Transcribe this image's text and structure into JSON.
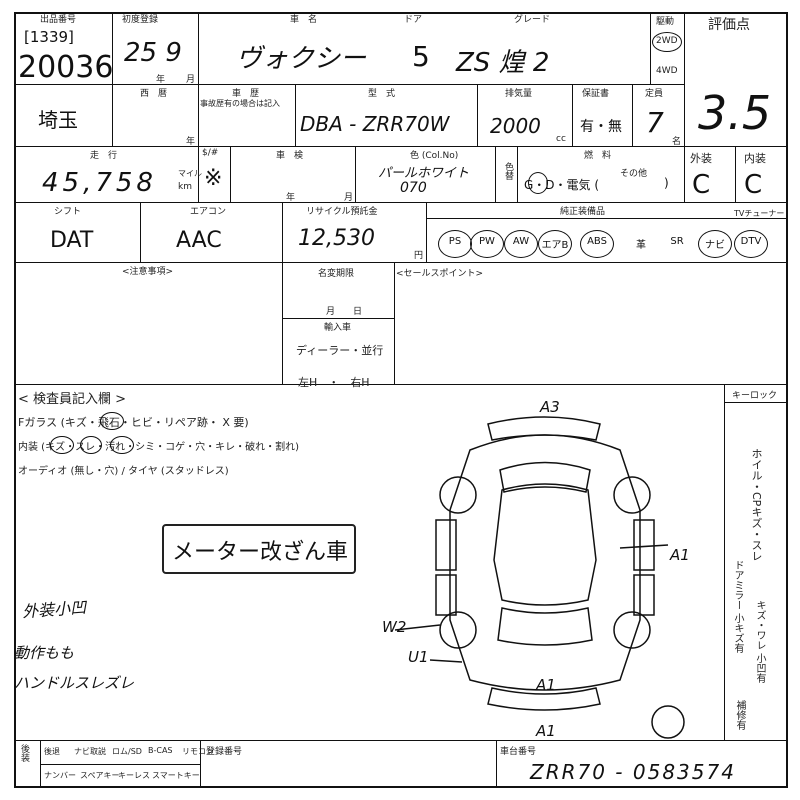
{
  "header": {
    "lot_label": "出品番号",
    "lot_bracket": "[1339]",
    "lot_number": "20036",
    "first_reg_label": "初度登録",
    "first_reg_value": "25 9",
    "year_unit": "年",
    "month_unit": "月",
    "car_name_label": "車　名",
    "door_label": "ドア",
    "grade_label": "グレード",
    "car_name": "ヴォクシー",
    "doors": "5",
    "grade": "ZS 煌 2",
    "drive_label": "駆動",
    "drive_2wd": "2WD",
    "drive_4wd": "4WD",
    "score_label": "評価点",
    "score": "3.5"
  },
  "row2": {
    "era_label": "西　暦",
    "era_unit": "年",
    "history_label": "車　歴",
    "history_note": "事故歴有の場合は記入",
    "model_label": "型　式",
    "model": "DBA - ZRR70W",
    "disp_label": "排気量",
    "displacement": "2000",
    "disp_unit": "cc",
    "warranty_label": "保証書",
    "warranty_value": "有・無",
    "capacity_label": "定員",
    "capacity": "7",
    "capacity_unit": "名",
    "region": "埼玉"
  },
  "row3": {
    "mileage_label": "走　行",
    "mileage": "45,758",
    "mileage_unit_top": "マイル",
    "mileage_unit_bottom": "km",
    "sharp_label": "$/#",
    "sharp_value": "※",
    "inspection_label": "車　検",
    "insp_year": "年",
    "insp_month": "月",
    "color_label": "色 (Col.No)",
    "color_value": "パールホワイト",
    "color_no": "070",
    "color_change_label": "色替",
    "fuel_label": "燃　料",
    "fuel_other": "その他",
    "fuel_options": "G・D・電気 (",
    "fuel_close": ")",
    "exterior_label": "外装",
    "interior_label": "内装",
    "exterior": "C",
    "interior": "C"
  },
  "row4": {
    "shift_label": "シフト",
    "shift": "DAT",
    "ac_label": "エアコン",
    "ac": "AAC",
    "recycle_label": "リサイクル預託金",
    "recycle": "12,530",
    "recycle_unit": "円",
    "equipment_label": "純正装備品",
    "tuner_label": "TVチューナー",
    "equipment": [
      "PS",
      "PW",
      "AW",
      "エアB",
      "ABS",
      "革",
      "SR",
      "ナビ",
      "DTV"
    ]
  },
  "notes": {
    "attention_label": "<注意事項>",
    "deadline_label": "名変期限",
    "month_day": "月　　日",
    "import_label": "輸入車",
    "import_dealer": "ディーラー・並行",
    "steering": "左H　・　右H",
    "sales_label": "<セールスポイント>"
  },
  "inspector": {
    "heading": "< 検査員記入欄 >",
    "glass": "Fガラス (キズ・飛石・ヒビ・リペア跡・ X 要)",
    "interior": "内装 (キズ・スレ・汚れ・シミ・コゲ・穴・キレ・破れ・割れ)",
    "audio": "オーディオ (無し・穴) / タイヤ (スタッドレス)",
    "stamp": "メーター改ざん車",
    "hand1": "外装小凹",
    "hand2": "動作もも",
    "hand3": "ハンドルスレズレ",
    "keylock": "キーロック"
  },
  "diagram": {
    "marks": [
      "A3",
      "A1",
      "W2",
      "U1",
      "A1",
      "A1"
    ],
    "side_text": "ホイル・CPキズ・スレ",
    "side_text2": "ドアミラー 小キズ有",
    "side_text3": "キズ・ワレ 小凹有",
    "side_text4": "補修有"
  },
  "footer": {
    "items": [
      "後退",
      "ナビ取説",
      "ロム/SD",
      "B-CAS",
      "リモコン"
    ],
    "items2": [
      "ナンバー",
      "スペアキー",
      "キーレス",
      "スマートキー"
    ],
    "reg_label": "登録番号",
    "chassis_label": "車台番号",
    "chassis": "ZRR70 - 0583574"
  }
}
